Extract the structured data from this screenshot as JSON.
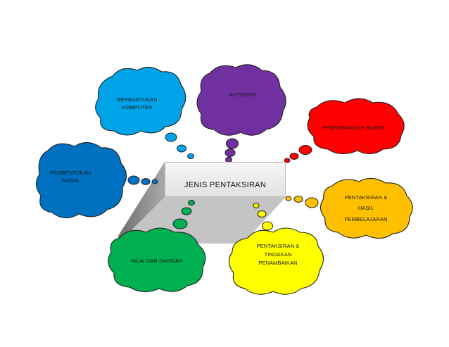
{
  "center": {
    "label": "JENIS PENTAKSIRAN"
  },
  "nodes": [
    {
      "key": "berbantukan",
      "lines": [
        "BERBANTUKAN",
        "KOMPUTER"
      ],
      "color": "#00a2e8"
    },
    {
      "key": "autentik",
      "lines": [
        "AUTENTIK"
      ],
      "color": "#7030a0"
    },
    {
      "key": "performance",
      "lines": [
        "PERFORMANCE BASED"
      ],
      "color": "#ff0000"
    },
    {
      "key": "pembentukan",
      "lines": [
        "PEMBENTUKAN",
        "WATAK"
      ],
      "color": "#0070c0"
    },
    {
      "key": "hasil",
      "lines": [
        "PENTAKSIRAN &",
        "HASIL",
        "PEMBELAJARAN"
      ],
      "color": "#ffc000"
    },
    {
      "key": "tindakan",
      "lines": [
        "PENTAKSIRAN &",
        "TINDAKAN",
        "PENAMBAIKAN"
      ],
      "color": "#ffff00"
    },
    {
      "key": "nilai",
      "lines": [
        "NILAI DAN SAHSIAH"
      ],
      "color": "#00b050"
    }
  ]
}
